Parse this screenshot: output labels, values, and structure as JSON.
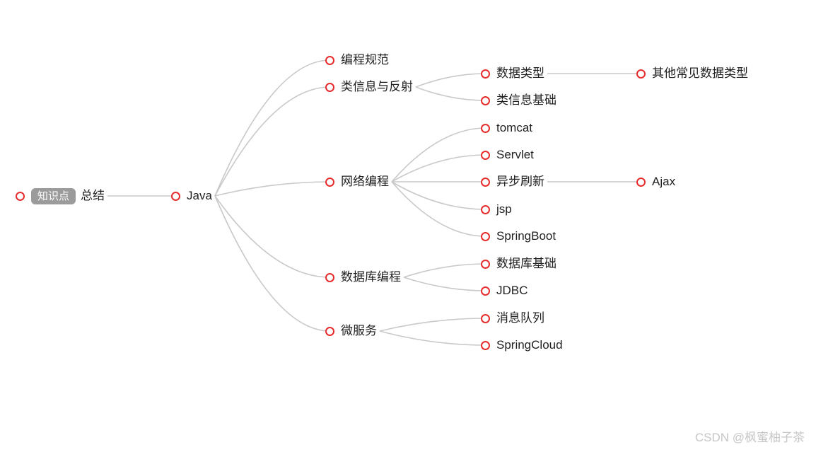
{
  "colors": {
    "background": "#ffffff",
    "node_ring": "#e62c2c",
    "edge": "#c9c9c9",
    "badge_bg": "#9b9b9b",
    "badge_text": "#ffffff",
    "text": "#1f1f1f",
    "watermark": "#c6c6c6"
  },
  "watermark": {
    "text": "CSDN @枫蜜柚子茶"
  },
  "tree": {
    "badge": "知识点",
    "label": "总结",
    "children": [
      {
        "label": "Java",
        "children": [
          {
            "label": "编程规范",
            "children": []
          },
          {
            "label": "类信息与反射",
            "children": [
              {
                "label": "数据类型",
                "children": [
                  {
                    "label": "其他常见数据类型",
                    "children": []
                  }
                ]
              },
              {
                "label": "类信息基础",
                "children": []
              }
            ]
          },
          {
            "label": "网络编程",
            "children": [
              {
                "label": "tomcat",
                "children": []
              },
              {
                "label": "Servlet",
                "children": []
              },
              {
                "label": "异步刷新",
                "children": [
                  {
                    "label": "Ajax",
                    "children": []
                  }
                ]
              },
              {
                "label": "jsp",
                "children": []
              },
              {
                "label": "SpringBoot",
                "children": []
              }
            ]
          },
          {
            "label": "数据库编程",
            "children": [
              {
                "label": "数据库基础",
                "children": []
              },
              {
                "label": "JDBC",
                "children": []
              }
            ]
          },
          {
            "label": "微服务",
            "children": [
              {
                "label": "消息队列",
                "children": []
              },
              {
                "label": "SpringCloud",
                "children": []
              }
            ]
          }
        ]
      }
    ]
  }
}
